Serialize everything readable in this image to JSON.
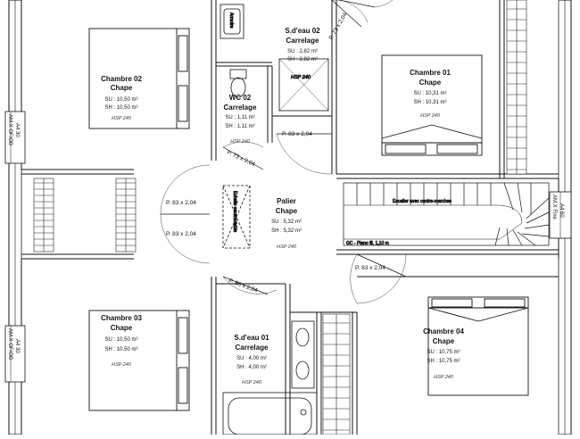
{
  "rooms": {
    "chambre_02": {
      "name": "Chambre 02",
      "floor": "Chape",
      "su": "SU : 10,50 m²",
      "sh": "SH : 10,50 m²",
      "hsp": "HSP 240"
    },
    "sdeau_02": {
      "name": "S.d'eau 02",
      "floor": "Carrelage",
      "su": "SU : 2,82 m²",
      "sh": "SH : 2,82 m²",
      "hsp": "HSP 240"
    },
    "chambre_01": {
      "name": "Chambre 01",
      "floor": "Chape",
      "su": "SU : 10,31 m²",
      "sh": "SH : 10,31 m²",
      "hsp": "HSP 240"
    },
    "wc_02": {
      "name": "WC 02",
      "floor": "Carrelage",
      "su": "SU : 1,11 m²",
      "sh": "SH : 1,11 m²",
      "hsp": "HSP 240"
    },
    "palier": {
      "name": "Palier",
      "floor": "Chape",
      "su": "SU : 5,32 m²",
      "sh": "SH : 5,32 m²",
      "hsp": "HSP 240"
    },
    "chambre_03": {
      "name": "Chambre 03",
      "floor": "Chape",
      "su": "SU : 10,50 m²",
      "sh": "SH : 10,50 m²",
      "hsp": "HSP 240"
    },
    "sdeau_01": {
      "name": "S.d'eau 01",
      "floor": "Carrelage",
      "su": "SU : 4,00 m²",
      "sh": "SH : 4,00 m²",
      "hsp": "HSP 240"
    },
    "chambre_04": {
      "name": "Chambre 04",
      "floor": "Chape",
      "su": "SU : 10,75 m²",
      "sh": "SH : 10,75 m²",
      "hsp": "HSP 240"
    }
  },
  "doors": {
    "d1": "P. 73 x 2,04",
    "d2": "P. 83 x 2,04",
    "d3": "P. 73 x 2,04",
    "d4": "P. 83 x 2,04",
    "d5": "P. 83 x 2,04",
    "d6": "P. 83 x 2,04",
    "d7": "P. 83 x 2,04"
  },
  "windows": {
    "w_left_top_a": "AM.X OF/OB",
    "w_left_top_b": "A4   30",
    "w_left_bottom_a": "AM.X OF/OB",
    "w_left_bottom_b": "A4   30",
    "w_right_a": "AM.X Fixe",
    "w_right_b": "A4   60"
  },
  "stairs": {
    "label": "Escalier avec contre-marches",
    "gc": "GC - Plano fil. 1,10 m"
  },
  "annotations": {
    "echelle": "Echelle escamotable",
    "armoire": "Armoire"
  }
}
